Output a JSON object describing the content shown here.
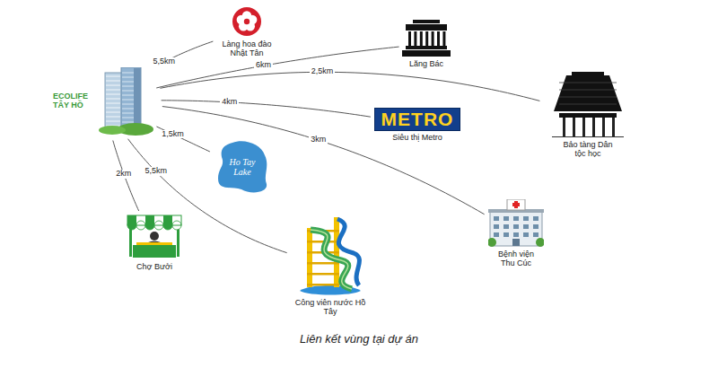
{
  "diagram": {
    "caption": "Liên kết vùng tại dự án",
    "nodes": [
      {
        "text": [
          "ECOLIFE TÂY HỒ"
        ]
      },
      {
        "text": [
          "Làng hoa đào Nhật Tân"
        ]
      },
      {
        "text": [
          "Lăng Bác"
        ]
      },
      {
        "text": [
          "Bảo tàng Dân tộc học"
        ]
      },
      {
        "text": [
          "METRO",
          "Siêu thị Metro"
        ]
      },
      {
        "text": [
          "Ho Tay Lake"
        ]
      },
      {
        "text": [
          "Bệnh viện Thu Cúc"
        ]
      },
      {
        "text": [
          "Chợ Bưởi"
        ]
      },
      {
        "text": [
          "Công viên nước Hồ Tây"
        ]
      }
    ],
    "edges": [
      {
        "from": 0,
        "to": 1,
        "arrow": "none",
        "label": "5,5km"
      },
      {
        "from": 0,
        "to": 2,
        "arrow": "none",
        "label": "6km"
      },
      {
        "from": 0,
        "to": 3,
        "arrow": "none",
        "label": "2,5km"
      },
      {
        "from": 0,
        "to": 4,
        "arrow": "none",
        "label": "4km"
      },
      {
        "from": 0,
        "to": 5,
        "arrow": "none",
        "label": "1,5km"
      },
      {
        "from": 0,
        "to": 6,
        "arrow": "none",
        "label": "3km"
      },
      {
        "from": 0,
        "to": 7,
        "arrow": "none",
        "label": "2km"
      },
      {
        "from": 0,
        "to": 8,
        "arrow": "none",
        "label": "5,5km"
      }
    ]
  }
}
